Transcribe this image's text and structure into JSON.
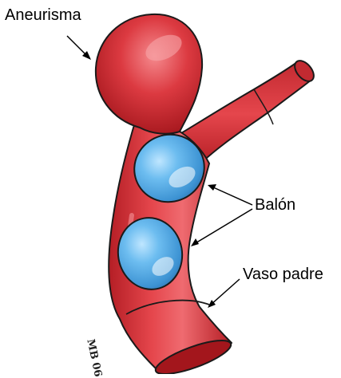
{
  "labels": {
    "aneurysm": "Aneurisma",
    "balloon": "Balón",
    "parent_vessel": "Vaso padre"
  },
  "signature": "MB 06",
  "colors": {
    "vessel": "#d8333a",
    "vessel_dark": "#a3161c",
    "vessel_light": "#f17a7f",
    "balloon": "#5fb4ea",
    "balloon_dark": "#2a78b8",
    "outline": "#1a1a1a"
  }
}
